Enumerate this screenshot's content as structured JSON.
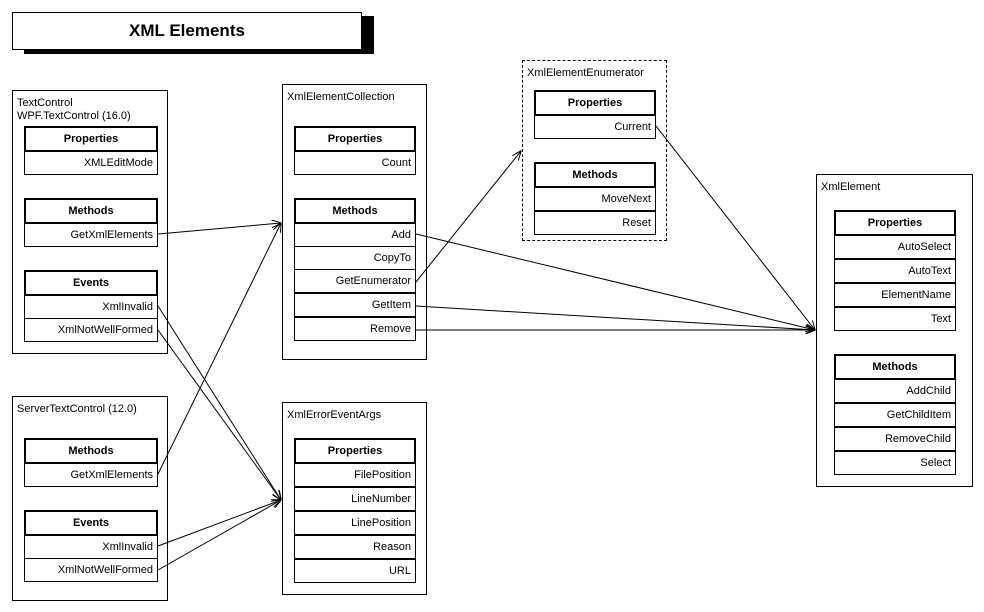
{
  "title": "XML Elements",
  "classes": {
    "textcontrol": {
      "name_line1": "TextControl",
      "name_line2": "WPF.TextControl (16.0)",
      "properties_header": "Properties",
      "properties": [
        "XMLEditMode"
      ],
      "methods_header": "Methods",
      "methods": [
        "GetXmlElements"
      ],
      "events_header": "Events",
      "events": [
        "XmlInvalid",
        "XmlNotWellFormed"
      ]
    },
    "servertextcontrol": {
      "name": "ServerTextControl (12.0)",
      "methods_header": "Methods",
      "methods": [
        "GetXmlElements"
      ],
      "events_header": "Events",
      "events": [
        "XmlInvalid",
        "XmlNotWellFormed"
      ]
    },
    "xmlelementcollection": {
      "name": "XmlElementCollection",
      "properties_header": "Properties",
      "properties": [
        "Count"
      ],
      "methods_header": "Methods",
      "methods": [
        "Add",
        "CopyTo",
        "GetEnumerator",
        "GetItem",
        "Remove"
      ]
    },
    "xmlerroreventargs": {
      "name": "XmlErrorEventArgs",
      "properties_header": "Properties",
      "properties": [
        "FilePosition",
        "LineNumber",
        "LinePosition",
        "Reason",
        "URL"
      ]
    },
    "xmlelementenumerator": {
      "name": "XmlElementEnumerator",
      "properties_header": "Properties",
      "properties": [
        "Current"
      ],
      "methods_header": "Methods",
      "methods": [
        "MoveNext",
        "Reset"
      ]
    },
    "xmlelement": {
      "name": "XmlElement",
      "properties_header": "Properties",
      "properties": [
        "AutoSelect",
        "AutoText",
        "ElementName",
        "Text"
      ],
      "methods_header": "Methods",
      "methods": [
        "AddChild",
        "GetChildItem",
        "RemoveChild",
        "Select"
      ]
    }
  }
}
